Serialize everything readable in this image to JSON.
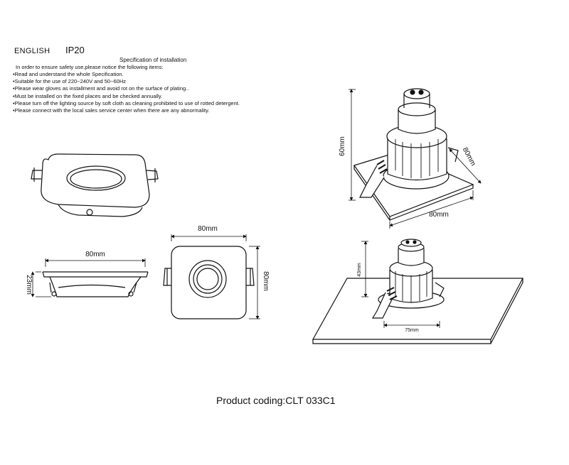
{
  "header": {
    "language": "ENGLISH",
    "ip_rating": "IP20",
    "spec_title": "Specification of installation",
    "intro": "In order to ensure safety use,please notice the following items:",
    "rules": [
      "•Read and understand the whole Specification.",
      "•Suitable for the use of 220~240V and 50~60Hz",
      "•Please wear gloves as installment and avoid rot on the surface of plating..",
      "•Must be installed on the fixed places and be checked annually.",
      "•Please turn off the lighting source by soft cloth as cleaning prohibited to use of rotted detergent.",
      "•Please connect with the local sales service center when there are any abnormality."
    ]
  },
  "dimensions": {
    "side_width": "80mm",
    "side_height": "23mm",
    "top_width": "80mm",
    "top_height": "80mm",
    "iso_height": "60mm",
    "iso_depth": "80mm",
    "iso_width": "80mm",
    "install_height": "43mm",
    "install_cutout": "75mm"
  },
  "footer": {
    "product_coding": "Product coding:CLT 033C1"
  }
}
